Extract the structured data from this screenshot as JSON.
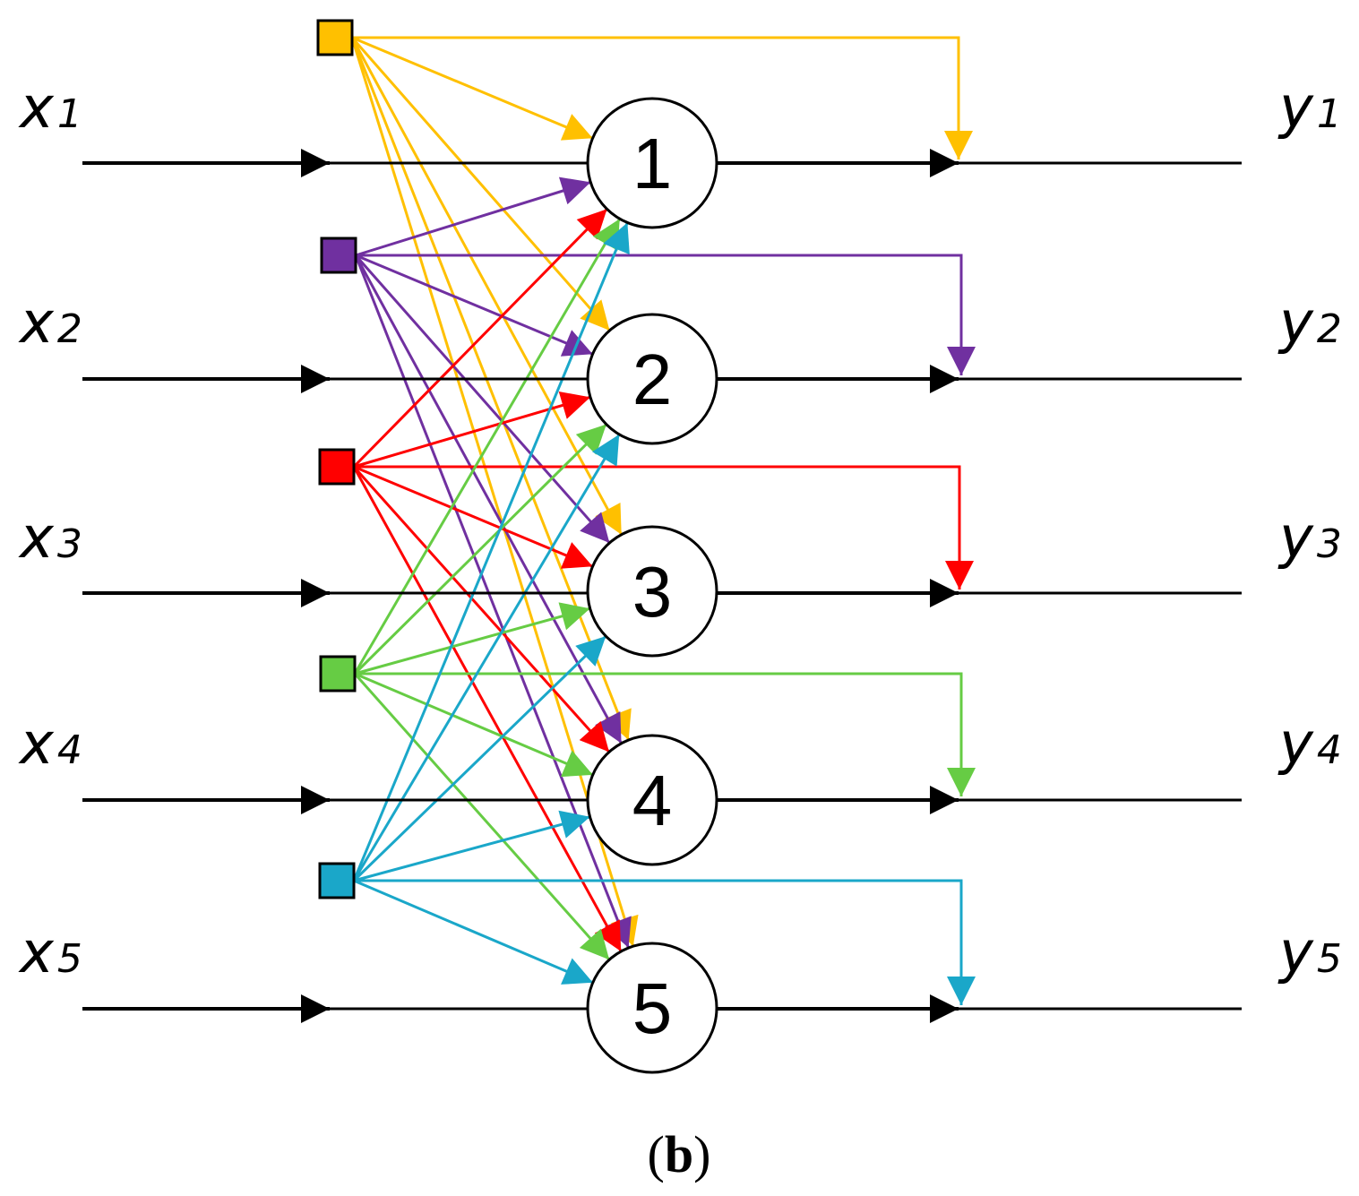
{
  "colors": {
    "line": "#000000",
    "node_fill": "#ffffff",
    "sources": [
      "#FFC000",
      "#7030A0",
      "#FF0000",
      "#66CC44",
      "#1AA7C9"
    ]
  },
  "inputs": [
    {
      "letter": "x",
      "sub": "1"
    },
    {
      "letter": "x",
      "sub": "2"
    },
    {
      "letter": "x",
      "sub": "3"
    },
    {
      "letter": "x",
      "sub": "4"
    },
    {
      "letter": "x",
      "sub": "5"
    }
  ],
  "outputs": [
    {
      "letter": "y",
      "sub": "1"
    },
    {
      "letter": "y",
      "sub": "2"
    },
    {
      "letter": "y",
      "sub": "3"
    },
    {
      "letter": "y",
      "sub": "4"
    },
    {
      "letter": "y",
      "sub": "5"
    }
  ],
  "nodes": [
    "1",
    "2",
    "3",
    "4",
    "5"
  ],
  "caption": {
    "open": "(",
    "letter": "b",
    "close": ")"
  }
}
